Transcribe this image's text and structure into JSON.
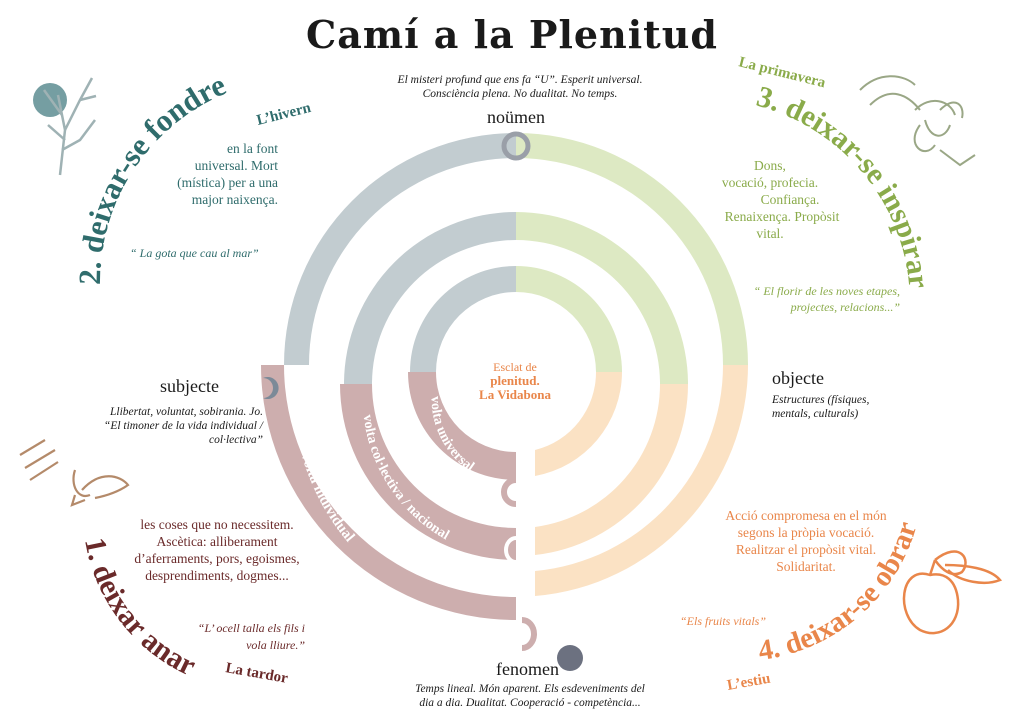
{
  "title": "Camí a la Plenitud",
  "colors": {
    "winter": "#2f6c6c",
    "spring": "#8aab4a",
    "summer": "#e9864a",
    "autumn": "#6a2a2a",
    "ring_winter": "#c2ccd0",
    "ring_spring": "#dde9c3",
    "ring_summer": "#fbe2c4",
    "ring_autumn": "#cdaeae",
    "center_text": "#e9864a"
  },
  "poles": {
    "noumen": {
      "label": "noümen",
      "desc_line1": "El misteri profund que ens fa “U”. Esperit universal.",
      "desc_line2": "Consciència plena. No dualitat. No temps."
    },
    "subjecte": {
      "label": "subjecte",
      "desc_line1": "Llibertat, voluntat, sobirania. Jo.",
      "desc_line2": "“El timoner de la vida individual /",
      "desc_line3": "col·lectiva”"
    },
    "objecte": {
      "label": "objecte",
      "desc_line1": "Estructures (físiques,",
      "desc_line2": "mentals, culturals)"
    },
    "fenomen": {
      "label": "fenomen",
      "desc_line1": "Temps lineal. Món aparent. Els esdeveniments del",
      "desc_line2": "dia a dia. Dualitat. Cooperació  -  competència..."
    }
  },
  "center": {
    "line1": "Esclat de",
    "line2": "plenitud.",
    "line3": "La Vidabona"
  },
  "rings": {
    "inner": "volta universal",
    "middle": "volta col·lectiva / nacional",
    "outer": "volta individual"
  },
  "stages": {
    "s1": {
      "heading": "1. deixar anar",
      "season": "La tardor",
      "line1": "les coses que no necessitem.",
      "line2": "Ascètica: alliberament",
      "line3": "d’aferraments, pors, egoismes,",
      "line4": "desprendiments, dogmes...",
      "quote1": "“L’ ocell talla els fils i",
      "quote2": "vola lliure.”",
      "icon": "bird-icon"
    },
    "s2": {
      "heading": "2. deixar-se fondre",
      "season": "L’hivern",
      "line1": "en la font",
      "line2": "universal.  Mort",
      "line3": "(mística) per a una",
      "line4": "major naixença.",
      "quote": "“ La gota que cau al mar”",
      "icon": "winter-tree-icon"
    },
    "s3": {
      "heading": "3. deixar-se inspirar",
      "season": "La primavera",
      "line1": "Dons,",
      "line2": "vocació, profecia.",
      "line3": "Confiança.",
      "line4": "Renaixença. Propòsit",
      "line5": "vital.",
      "quote1": "“ El florir de les noves etapes,",
      "quote2": "projectes, relacions...”",
      "icon": "flower-icon"
    },
    "s4": {
      "heading": "4. deixar-se obrar",
      "season": "L’estiu",
      "line1": "Acció compromesa en el món",
      "line2": "segons la pròpia vocació.",
      "line3": "Realitzar el propòsit vital.",
      "line4": "Solidaritat.",
      "quote": "“Els fruits vitals”",
      "icon": "fruit-icon"
    }
  }
}
